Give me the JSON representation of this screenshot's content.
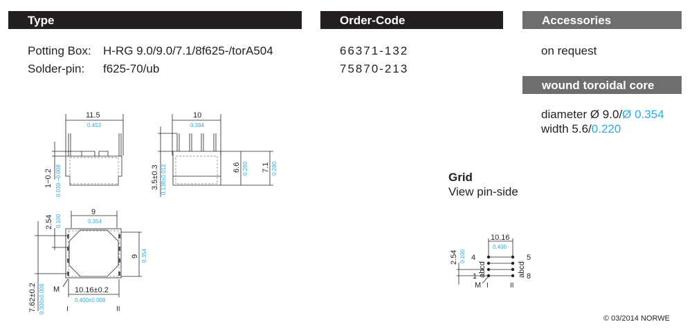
{
  "headers": {
    "type": "Type",
    "order_code": "Order-Code",
    "accessories": "Accessories",
    "core": "wound toroidal core"
  },
  "type_rows": [
    {
      "label": "Potting Box:",
      "value": "H-RG 9.0/9.0/7.1/8f625-/torA504",
      "code": "66371-132"
    },
    {
      "label": "Solder-pin:",
      "value": "f625-70/ub",
      "code": "75870-213"
    }
  ],
  "accessories_value": "on request",
  "core": {
    "diameter_label": "diameter Ø 9.0/",
    "diameter_inch": "Ø 0.354",
    "width_label": "width 5.6/",
    "width_inch": "0.220"
  },
  "grid": {
    "title": "Grid",
    "subtitle": "View pin-side",
    "dim_mm": "10.16",
    "dim_in": "0.400",
    "pitch_mm": "2.54",
    "pitch_in": "0.100",
    "pin_4": "4",
    "pin_1": "1",
    "pin_5": "5",
    "pin_8": "8",
    "rows": "abcd",
    "mark": "M",
    "col_1": "I",
    "col_2": "II"
  },
  "dims": {
    "w1": "11.5",
    "w1_in": "0.453",
    "h1": "1−0.2",
    "h1_in": "0.039 −0.008",
    "w2": "10",
    "w2_in": "0.394",
    "h2": "3.5±0.3",
    "h2_in": "0.138±0.012",
    "h3": "6.6",
    "h3_in": "0.260",
    "h4": "7.1",
    "h4_in": "0.280",
    "top_w": "9",
    "top_w_in": "0.354",
    "top_h": "9",
    "top_h_in": "0.354",
    "pitch": "2.54",
    "pitch_in": "0.100",
    "row": "7.62±0.2",
    "row_in": "0.300±0.008",
    "span": "10.16±0.2",
    "span_in": "0.400±0.008",
    "mark": "M",
    "col_1": "I",
    "col_2": "II"
  },
  "copyright": "© 03/2014 NORWE",
  "colors": {
    "dark": "#231f20",
    "gray": "#6d6e70",
    "blue": "#29abe2"
  }
}
